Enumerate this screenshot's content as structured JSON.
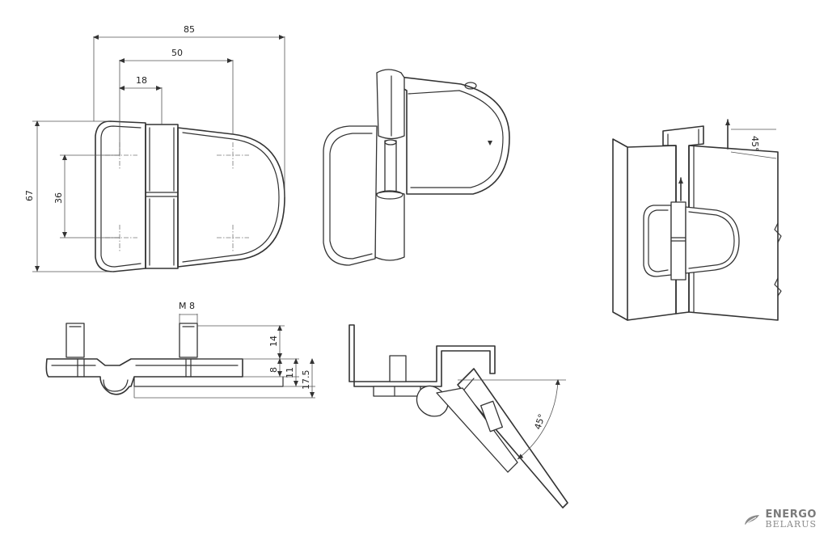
{
  "dimensions": {
    "width_85": "85",
    "width_50": "50",
    "width_18": "18",
    "height_67": "67",
    "height_36": "36",
    "thread_m8": "M 8",
    "height_14": "14",
    "height_8": "8",
    "height_11": "11",
    "height_17_5": "17.5",
    "angle_45_side": "45°",
    "angle_45_top": "45°"
  },
  "logo": {
    "line1": "ENERGO",
    "line2": "BELARUS"
  },
  "colors": {
    "line": "#333333",
    "logo": "#7a7a7a"
  }
}
